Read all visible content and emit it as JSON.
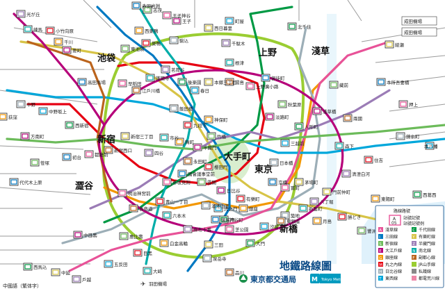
{
  "map": {
    "title": "地鐵路線圖",
    "operator_toei": "東京都交通局",
    "operator_metro": "Tokyo Metro",
    "language_note": "中國語（繁体字）",
    "airport_label": "羽田機場",
    "narita_label": "成田機場",
    "narita_label_2": "成田機場",
    "legend_header_code": "路線路號",
    "legend_header_mark": "站號記號",
    "legend_header_name": "站號記號例",
    "legend_code_example": "A",
    "legend_num_example": "05"
  },
  "big_stations": [
    {
      "id": "ikebukuro",
      "name": "池袋"
    },
    {
      "id": "ueno",
      "name": "上野"
    },
    {
      "id": "shinjuku",
      "name": "新宿"
    },
    {
      "id": "tokyo",
      "name": "東京"
    },
    {
      "id": "otemachi",
      "name": "大手町"
    },
    {
      "id": "shibuya",
      "name": "澀谷"
    },
    {
      "id": "shinbashi",
      "name": "新橋"
    },
    {
      "id": "asakusa",
      "name": "淺草"
    }
  ],
  "stations": [
    {
      "id": "s1",
      "name": "王子神谷"
    },
    {
      "id": "s2",
      "name": "赤羽岩淵"
    },
    {
      "id": "s3",
      "name": "志茂"
    },
    {
      "id": "s4",
      "name": "王子"
    },
    {
      "id": "s5",
      "name": "西巣鴨"
    },
    {
      "id": "s6",
      "name": "巣鴨"
    },
    {
      "id": "s7",
      "name": "駒込"
    },
    {
      "id": "s8",
      "name": "町屋"
    },
    {
      "id": "s9",
      "name": "北千住"
    },
    {
      "id": "s10",
      "name": "西日暮里"
    },
    {
      "id": "s11",
      "name": "千駄木"
    },
    {
      "id": "s12",
      "name": "根津"
    },
    {
      "id": "s13",
      "name": "湯島"
    },
    {
      "id": "s14",
      "name": "上野廣小路"
    },
    {
      "id": "s15",
      "name": "御徒町"
    },
    {
      "id": "s16",
      "name": "秋葉原"
    },
    {
      "id": "s17",
      "name": "淡路町"
    },
    {
      "id": "s18",
      "name": "神保町"
    },
    {
      "id": "s19",
      "name": "九段下"
    },
    {
      "id": "s20",
      "name": "飯田橋"
    },
    {
      "id": "s21",
      "name": "春日"
    },
    {
      "id": "s22",
      "name": "後楽園"
    },
    {
      "id": "s23",
      "name": "本鄉三丁目"
    },
    {
      "id": "s24",
      "name": "茗荷谷"
    },
    {
      "id": "s25",
      "name": "護國寺"
    },
    {
      "id": "s26",
      "name": "江戶川橋"
    },
    {
      "id": "s27",
      "name": "早稻田"
    },
    {
      "id": "s28",
      "name": "高田馬場"
    },
    {
      "id": "s29",
      "name": "東池袋"
    },
    {
      "id": "s30",
      "name": "要町"
    },
    {
      "id": "s31",
      "name": "千川"
    },
    {
      "id": "s32",
      "name": "小竹向原"
    },
    {
      "id": "s33",
      "name": "中野"
    },
    {
      "id": "s34",
      "name": "中野坂上"
    },
    {
      "id": "s35",
      "name": "西新宿"
    },
    {
      "id": "s36",
      "name": "新宿三丁目"
    },
    {
      "id": "s37",
      "name": "四谷"
    },
    {
      "id": "s38",
      "name": "市谷"
    },
    {
      "id": "s39",
      "name": "永田町"
    },
    {
      "id": "s40",
      "name": "赤坂見附"
    },
    {
      "id": "s41",
      "name": "國會議事堂前"
    },
    {
      "id": "s42",
      "name": "霞關"
    },
    {
      "id": "s43",
      "name": "日比谷"
    },
    {
      "id": "s44",
      "name": "銀座"
    },
    {
      "id": "s45",
      "name": "有樂町"
    },
    {
      "id": "s46",
      "name": "日本橋"
    },
    {
      "id": "s47",
      "name": "三越前"
    },
    {
      "id": "s48",
      "name": "人形町"
    },
    {
      "id": "s49",
      "name": "門前仲町"
    },
    {
      "id": "s50",
      "name": "清澄白河"
    },
    {
      "id": "s51",
      "name": "森下"
    },
    {
      "id": "s52",
      "name": "兩國"
    },
    {
      "id": "s53",
      "name": "押上"
    },
    {
      "id": "s54",
      "name": "本所吾妻橋"
    },
    {
      "id": "s55",
      "name": "藏前"
    },
    {
      "id": "s56",
      "name": "淺草橋"
    },
    {
      "id": "s57",
      "name": "月島"
    },
    {
      "id": "s58",
      "name": "勝どき"
    },
    {
      "id": "s59",
      "name": "築地"
    },
    {
      "id": "s60",
      "name": "汐留"
    },
    {
      "id": "s61",
      "name": "大門"
    },
    {
      "id": "s62",
      "name": "三田"
    },
    {
      "id": "s63",
      "name": "麻布十番"
    },
    {
      "id": "s64",
      "name": "六本木"
    },
    {
      "id": "s65",
      "name": "表參道"
    },
    {
      "id": "s66",
      "name": "明治神宮前"
    },
    {
      "id": "s67",
      "name": "代代木上原"
    },
    {
      "id": "s68",
      "name": "惠比壽"
    },
    {
      "id": "s69",
      "name": "中目黑"
    },
    {
      "id": "s70",
      "name": "白金高輪"
    },
    {
      "id": "s71",
      "name": "目黑"
    },
    {
      "id": "s72",
      "name": "泉岳寺"
    },
    {
      "id": "s73",
      "name": "五反田"
    },
    {
      "id": "s74",
      "name": "西馬込"
    },
    {
      "id": "s75",
      "name": "中延"
    },
    {
      "id": "s76",
      "name": "戶越"
    },
    {
      "id": "s77",
      "name": "大崎"
    },
    {
      "id": "s78",
      "name": "品川"
    },
    {
      "id": "s79",
      "name": "芝公園"
    },
    {
      "id": "s80",
      "name": "御成門"
    },
    {
      "id": "s81",
      "name": "豐洲"
    },
    {
      "id": "s82",
      "name": "新木場"
    },
    {
      "id": "s83",
      "name": "東陽町"
    },
    {
      "id": "s84",
      "name": "住吉"
    },
    {
      "id": "s85",
      "name": "錦糸町"
    },
    {
      "id": "s86",
      "name": "本八幡"
    },
    {
      "id": "s87",
      "name": "西葛西"
    },
    {
      "id": "s88",
      "name": "綾瀬"
    },
    {
      "id": "s89",
      "name": "光が丘"
    },
    {
      "id": "s90",
      "name": "練馬"
    },
    {
      "id": "s91",
      "name": "新宿西口"
    },
    {
      "id": "s92",
      "name": "都廳前"
    },
    {
      "id": "s93",
      "name": "初台"
    },
    {
      "id": "s94",
      "name": "笹塚"
    },
    {
      "id": "s95",
      "name": "方南町"
    },
    {
      "id": "s96",
      "name": "荻窪"
    },
    {
      "id": "s97",
      "name": "青山一丁目"
    },
    {
      "id": "s98",
      "name": "溜池山王"
    },
    {
      "id": "s99",
      "name": "虎之門"
    },
    {
      "id": "s100",
      "name": "神谷町"
    },
    {
      "id": "s101",
      "name": "茅場町"
    },
    {
      "id": "s102",
      "name": "八丁堀"
    },
    {
      "id": "s103",
      "name": "新富町"
    },
    {
      "id": "s104",
      "name": "東銀座"
    },
    {
      "id": "s105",
      "name": "寶町"
    },
    {
      "id": "s106",
      "name": "京橋"
    },
    {
      "id": "s107",
      "name": "竹橋"
    },
    {
      "id": "s108",
      "name": "半藏門"
    },
    {
      "id": "s109",
      "name": "麴町"
    },
    {
      "id": "s110",
      "name": "櫻田門"
    }
  ],
  "legend": [
    {
      "code": "A",
      "name": "淺草線",
      "color": "#e85298"
    },
    {
      "code": "I",
      "name": "三田線",
      "color": "#0079c2"
    },
    {
      "code": "S",
      "name": "新宿線",
      "color": "#6cbb5a"
    },
    {
      "code": "E",
      "name": "大江戶線",
      "color": "#b6007a"
    },
    {
      "code": "G",
      "name": "銀座線",
      "color": "#f39700"
    },
    {
      "code": "M",
      "name": "丸之內線",
      "color": "#e60012"
    },
    {
      "code": "H",
      "name": "日比谷線",
      "color": "#9caeb7"
    },
    {
      "code": "T",
      "name": "東西線",
      "color": "#00a7db"
    },
    {
      "code": "C",
      "name": "千代田線",
      "color": "#009944"
    },
    {
      "code": "Y",
      "name": "有樂町線",
      "color": "#d7c447"
    },
    {
      "code": "Z",
      "name": "半藏門線",
      "color": "#9b7cb6"
    },
    {
      "code": "N",
      "name": "南北線",
      "color": "#00ada9"
    },
    {
      "code": "F",
      "name": "副都心線",
      "color": "#bb641d"
    },
    {
      "code": "",
      "name": "JR山手線",
      "color": "#9acd32"
    },
    {
      "code": "",
      "name": "私鐵線",
      "color": "#888888"
    },
    {
      "code": "",
      "name": "都電荒川線",
      "color": "#ee86a7"
    }
  ],
  "colors": {
    "toei_blue": "#0a4a86",
    "metro_blue": "#009bbf",
    "water": "#dff1fb"
  }
}
